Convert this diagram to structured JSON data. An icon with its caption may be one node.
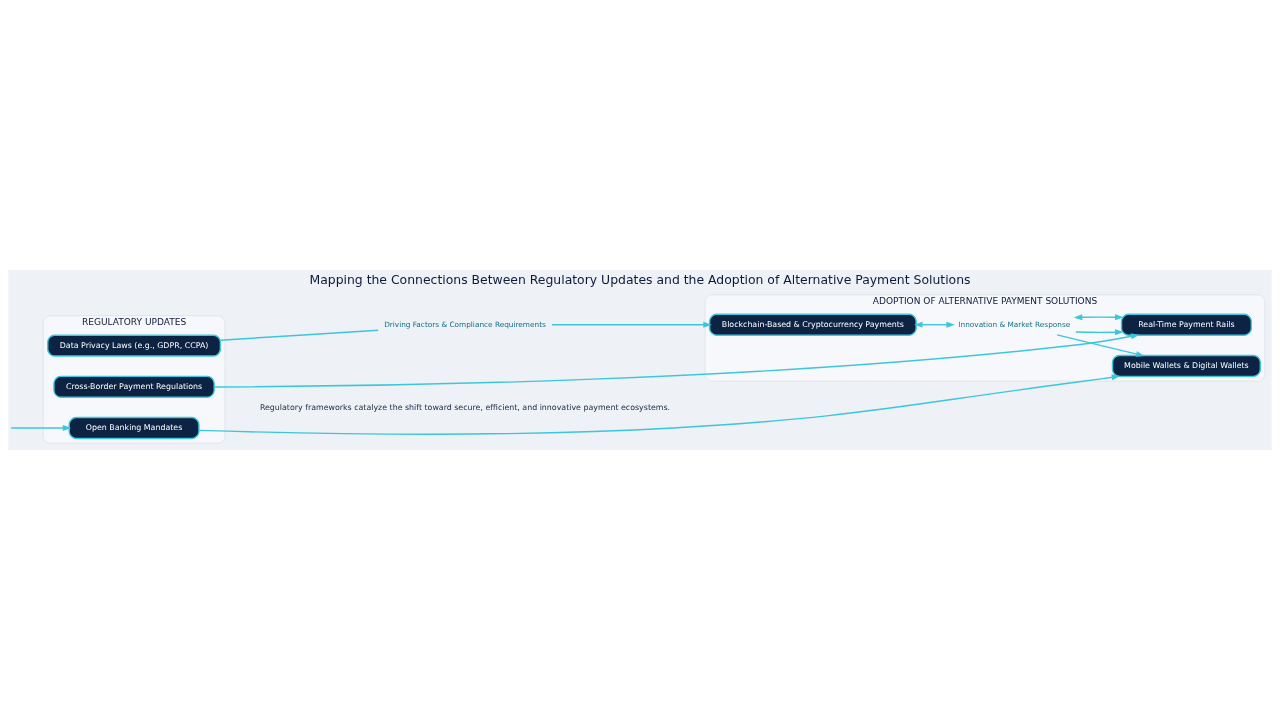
{
  "diagram": {
    "title": "Mapping the Connections Between Regulatory Updates and the Adoption of Alternative Payment Solutions",
    "caption": "Regulatory frameworks catalyze the shift toward secure, efficient, and innovative payment ecosystems.",
    "nodes": [
      {
        "text": [
          "REGULATORY UPDATES"
        ]
      },
      {
        "text": [
          "Open Banking Mandates"
        ],
        "in": 0
      },
      {
        "text": [
          "Data Privacy Laws (e.g., GDPR, CCPA)"
        ],
        "in": 0
      },
      {
        "text": [
          "Cross-Border Payment Regulations"
        ],
        "in": 0
      },
      {
        "text": [
          "ADOPTION OF ALTERNATIVE PAYMENT SOLUTIONS"
        ]
      },
      {
        "text": [
          "Mobile Wallets & Digital Wallets"
        ],
        "in": 4
      },
      {
        "text": [
          "Blockchain-Based & Cryptocurrency Payments"
        ],
        "in": 4
      },
      {
        "text": [
          "Real-Time Payment Rails"
        ],
        "in": 4
      },
      {
        "text": [
          "Driving Factors & Compliance Requirements"
        ]
      },
      {
        "text": [
          "Innovation & Market Response"
        ],
        "in": 4
      }
    ],
    "edges": [
      {
        "from": null,
        "to": 1,
        "arrow": "to"
      },
      {
        "from": 1,
        "to": 5,
        "arrow": "to"
      },
      {
        "from": 2,
        "to": 8,
        "arrow": "none"
      },
      {
        "from": 8,
        "to": 6,
        "arrow": "to"
      },
      {
        "from": 3,
        "to": 7,
        "arrow": "to"
      },
      {
        "from": 6,
        "to": 9,
        "arrow": "both"
      },
      {
        "from": 7,
        "to": 9,
        "arrow": "both"
      },
      {
        "from": 9,
        "to": 5,
        "arrow": "to"
      },
      {
        "from": 9,
        "to": 7,
        "arrow": "to"
      }
    ]
  }
}
